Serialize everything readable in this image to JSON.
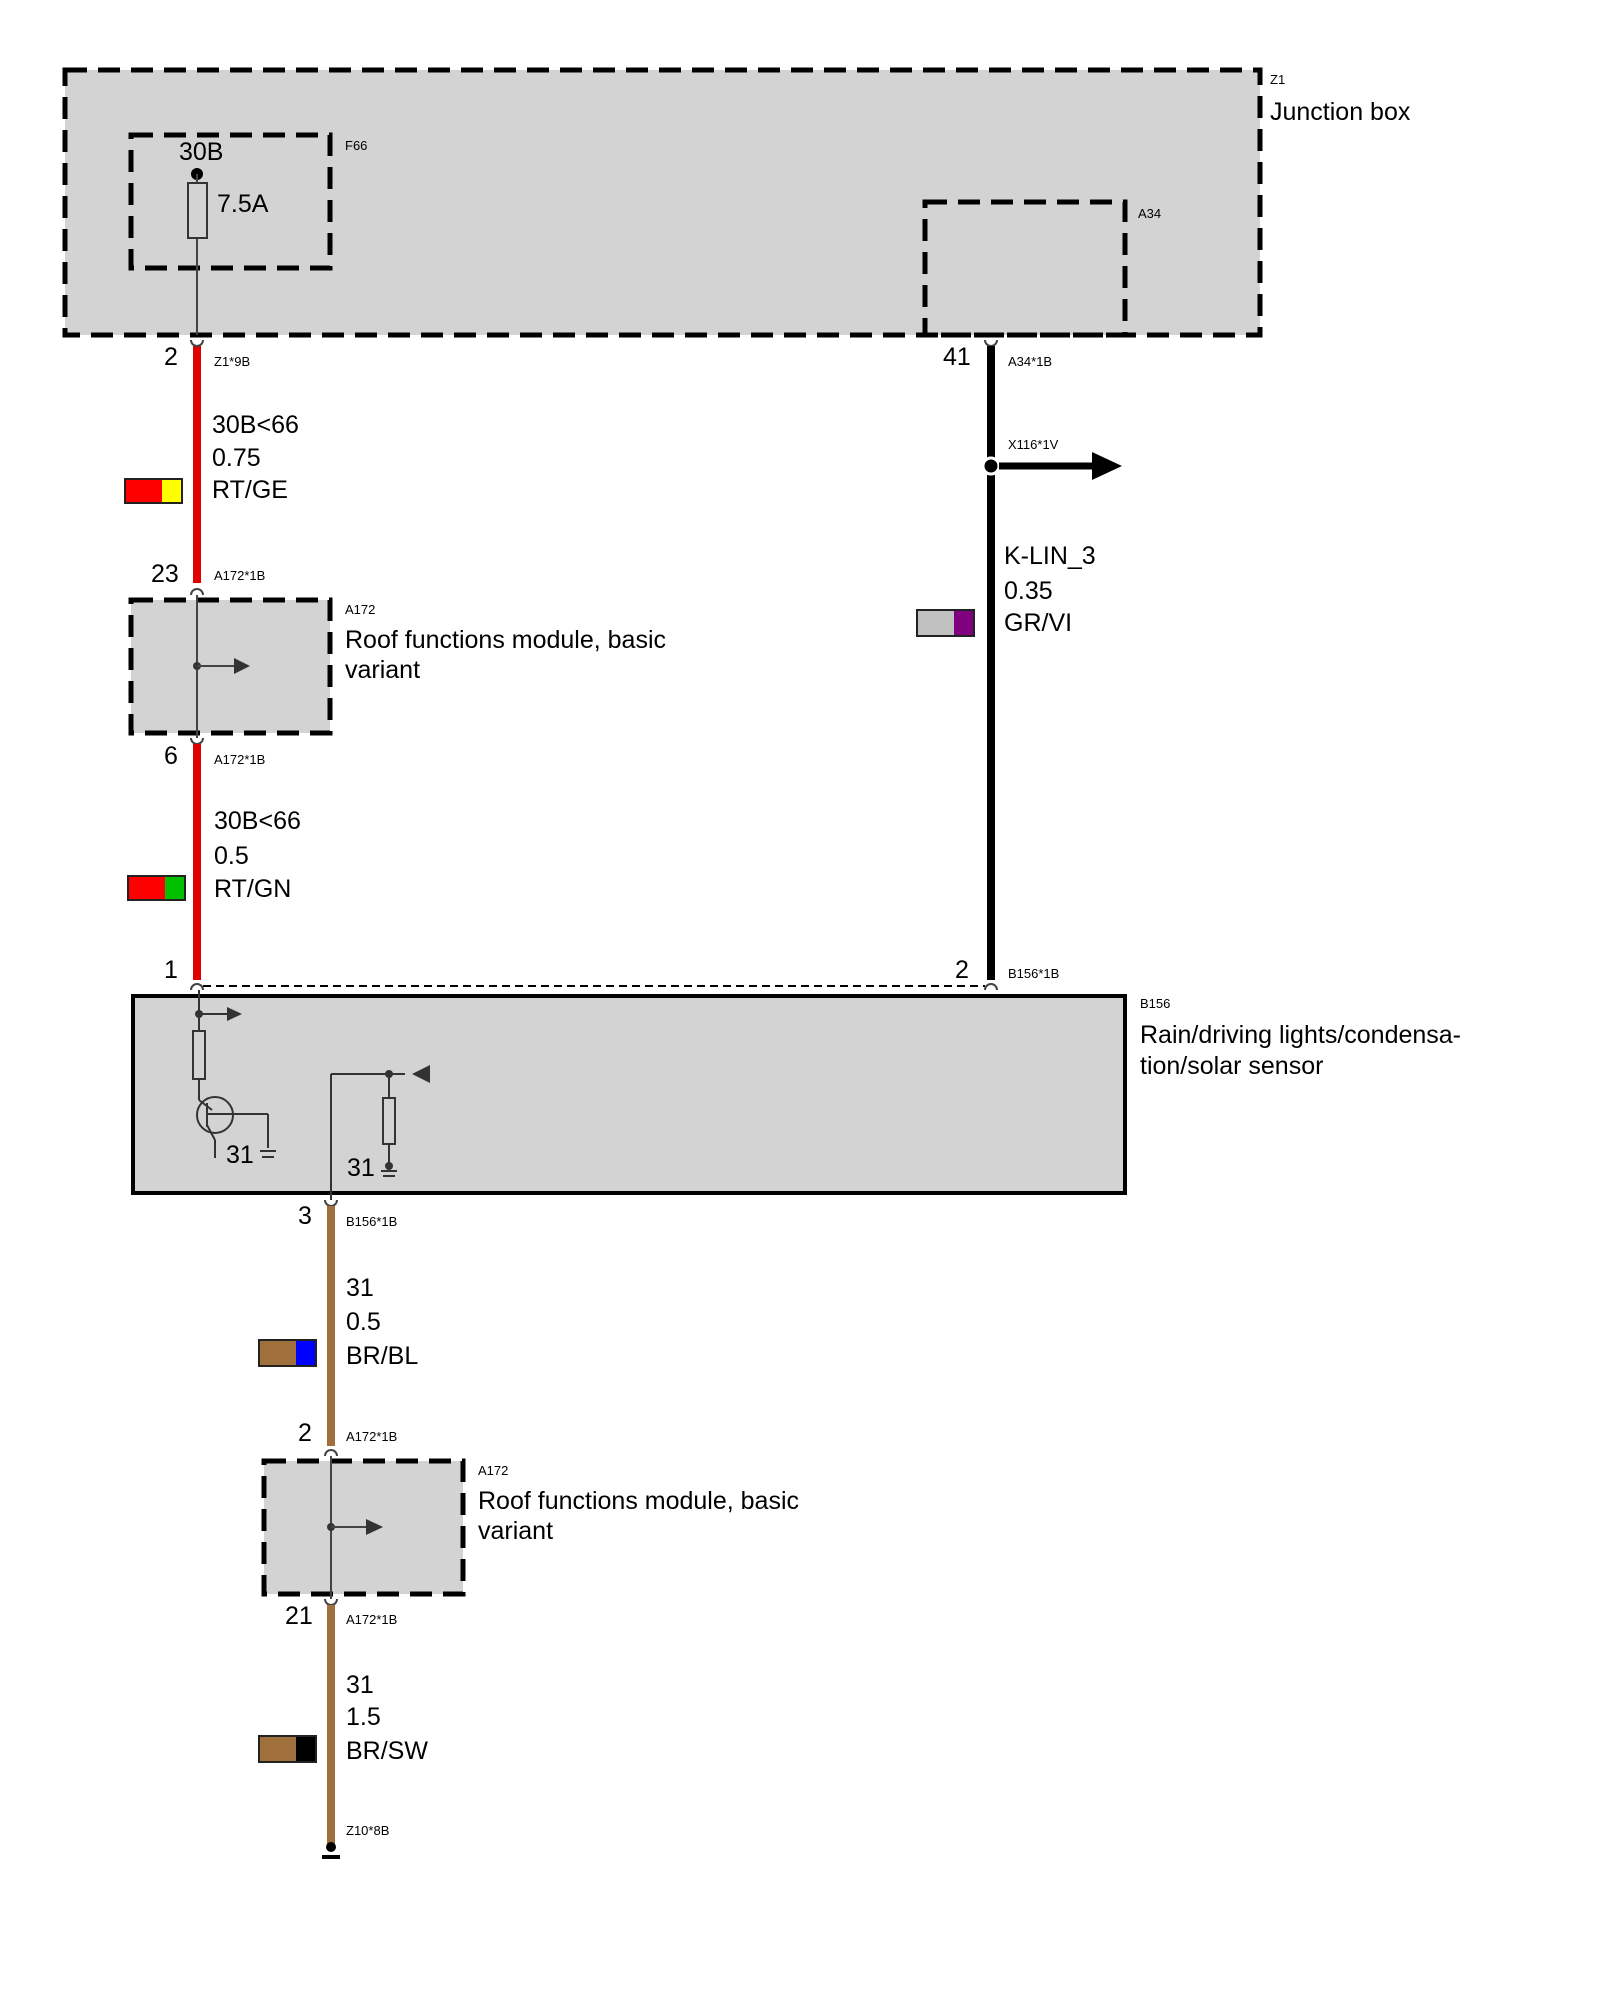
{
  "components": {
    "junction_box": {
      "id": "Z1",
      "name": "Junction box"
    },
    "fuse": {
      "id": "F66",
      "terminal": "30B",
      "rating": "7.5A"
    },
    "a34": {
      "id": "A34"
    },
    "roof_module_top": {
      "id": "A172",
      "name_line1": "Roof functions module, basic",
      "name_line2": "variant"
    },
    "sensor": {
      "id": "B156",
      "name_line1": "Rain/driving lights/condensa-",
      "name_line2": "tion/solar sensor",
      "ground_left": "31",
      "ground_right": "31"
    },
    "roof_module_bottom": {
      "id": "A172",
      "name_line1": "Roof functions module, basic",
      "name_line2": "variant"
    }
  },
  "pins": {
    "z1_out": {
      "number": "2",
      "connector": "Z1*9B"
    },
    "a34_out": {
      "number": "41",
      "connector": "A34*1B"
    },
    "a172_in": {
      "number": "23",
      "connector": "A172*1B"
    },
    "a172_out": {
      "number": "6",
      "connector": "A172*1B"
    },
    "b156_pin1": {
      "number": "1"
    },
    "b156_pin2": {
      "number": "2",
      "connector": "B156*1B"
    },
    "b156_pin3": {
      "number": "3",
      "connector": "B156*1B"
    },
    "a172b_in": {
      "number": "2",
      "connector": "A172*1B"
    },
    "a172b_out": {
      "number": "21",
      "connector": "A172*1B"
    },
    "ground": {
      "connector": "Z10*8B"
    },
    "branch": {
      "connector": "X116*1V"
    }
  },
  "wires": {
    "w1": {
      "signal": "30B<66",
      "size": "0.75",
      "color_code": "RT/GE",
      "color_main": "#ff0000",
      "color_stripe": "#ffff00"
    },
    "w2": {
      "signal": "30B<66",
      "size": "0.5",
      "color_code": "RT/GN",
      "color_main": "#ff0000",
      "color_stripe": "#00c000"
    },
    "w3": {
      "signal": "K-LIN_3",
      "size": "0.35",
      "color_code": "GR/VI",
      "color_main": "#c0c0c0",
      "color_stripe": "#800080"
    },
    "w4": {
      "signal": "31",
      "size": "0.5",
      "color_code": "BR/BL",
      "color_main": "#a0703c",
      "color_stripe": "#0000ff"
    },
    "w5": {
      "signal": "31",
      "size": "1.5",
      "color_code": "BR/SW",
      "color_main": "#a0703c",
      "color_stripe": "#000000"
    }
  }
}
